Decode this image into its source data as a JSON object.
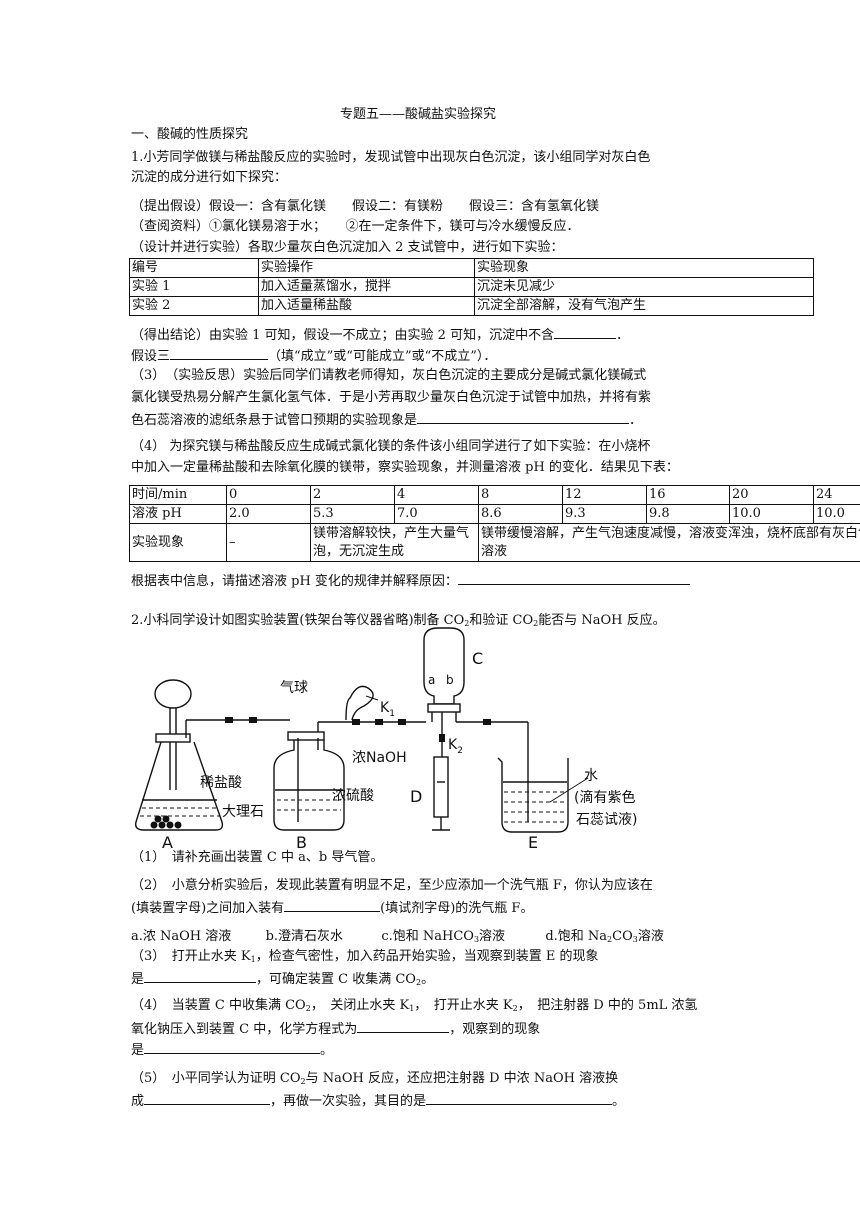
{
  "title": "专题五——酸碱盐实验探究",
  "section1": "一、酸碱的性质探究",
  "q1": {
    "intro_a": "1.小芳同学做镁与稀盐酸反应的实验时，发现试管中出现灰白色沉淀，该小组同学对灰白色",
    "intro_b": "沉淀的成分进行如下探究：",
    "hypothesis": "（提出假设）假设一：含有氯化镁　　假设二：有镁粉　　假设三：含有氢氧化镁",
    "lookup": "（查阅资料）①氯化镁易溶于水；　　②在一定条件下，镁可与冷水缓慢反应．",
    "design": "（设计并进行实验）各取少量灰白色沉淀加入 2 支试管中，进行如下实验：",
    "table1": {
      "headers": [
        "编号",
        "实验操作",
        "实验现象"
      ],
      "rows": [
        [
          "实验 1",
          "加入适量蒸馏水，搅拌",
          "沉淀未见减少"
        ],
        [
          "实验 2",
          "加入适量稀盐酸",
          "沉淀全部溶解，没有气泡产生"
        ]
      ]
    },
    "conclusion_a": "（得出结论）由实验 1 可知，假设一不成立；由实验 2 可知，沉淀中不含",
    "conclusion_a_end": "．",
    "conclusion_b": "假设三",
    "conclusion_b_end": "（填“成立”或“可能成立”或“不成立”）．",
    "reflect_a": "（3）　（实验反思）实验后同学们请教老师得知，灰白色沉淀的主要成分是碱式氯化镁碱式",
    "reflect_b": "氯化镁受热易分解产生氯化氢气体．于是小芳再取少量灰白色沉淀于试管中加热，并将有紫",
    "reflect_c": "色石蕊溶液的滤纸条悬于试管口预期的实验现象是",
    "reflect_c_end": "．",
    "p4_a": "（4）  为探究镁与稀盐酸反应生成碱式氯化镁的条件该小组同学进行了如下实验：在小烧杯",
    "p4_b": "中加入一定量稀盐酸和去除氧化膜的镁带，察实验现象，并测量溶液 pH 的变化．结果见下表：",
    "table2": {
      "time_label": "时间/min",
      "times": [
        "0",
        "2",
        "4",
        "8",
        "12",
        "16",
        "20",
        "24"
      ],
      "ph_label": "溶液 pH",
      "ph": [
        "2.0",
        "5.3",
        "7.0",
        "8.6",
        "9.3",
        "9.8",
        "10.0",
        "10.0"
      ],
      "obs_label": "实验现象",
      "obs_0": "–",
      "obs_1": "镁带溶解较快，产生大量气泡，无沉淀生成",
      "obs_2": "镁带缓慢溶解，产生气泡速度减慢，溶液变浑浊，烧杯底部有灰白色溶液"
    },
    "pattern": "根据表中信息，请描述溶液 pH 变化的规律并解释原因："
  },
  "q2": {
    "intro_pre": "2.小科同学设计如图实验装置(铁架台等仪器省略)制备 CO",
    "intro_mid": "和验证 CO",
    "intro_post": "能否与 NaOH 反应。",
    "sub2": "2",
    "figure": {
      "A": "A",
      "B": "B",
      "C": "C",
      "D": "D",
      "E": "E",
      "balloon": "气球",
      "K1": "K",
      "K2": "K",
      "k1_sub": "1",
      "k2_sub": "2",
      "a": "a",
      "b": "b",
      "hcl": "稀盐酸",
      "marble": "大理石",
      "h2so4": "浓硫酸",
      "naoh": "浓NaOH",
      "water_1": "水",
      "water_2": "(滴有紫色",
      "water_3": "石蕊试液)"
    },
    "s1": "（1）　请补充画出装置 C 中 a、b 导气管。",
    "s2_a": "（2）　小意分析实验后，发现此装置有明显不足，至少应添加一个洗气瓶 F，你认为应该在",
    "s2_b": "(填装置字母)之间加入装有",
    "s2_b_end": "(填试剂字母)的洗气瓶 F。",
    "opts": {
      "a": "a.浓 NaOH 溶液",
      "b": "b.澄清石灰水",
      "c_pre": "c.饱和 NaHCO",
      "c_post": "溶液",
      "d_pre": "d.饱和 Na",
      "d_mid": "CO",
      "d_post": "溶液",
      "sub3": "3"
    },
    "s3_a": "（3）　打开止水夹 K",
    "s3_a_post": "，检查气密性，加入药品开始实验，当观察到装置 E 的现象",
    "s3_b_pre": "是",
    "s3_b_post": "，可确定装置 C 收集满 CO",
    "s3_b_end": "。",
    "s4_a1": "（4）　当装置 C 中收集满 CO",
    "s4_a2": "，　关闭止水夹 K",
    "s4_a3": "，　打开止水夹 K",
    "s4_a4": "，　把注射器 D 中的 5mL 浓氢",
    "s4_b": "氧化钠压入到装置 C 中，化学方程式为",
    "s4_b_end": "，观察到的现象",
    "s4_c_pre": "是",
    "s4_c_end": "。",
    "s5_a1": "（5）　小平同学认为证明 CO",
    "s5_a2": "与 NaOH 反应，还应把注射器 D 中浓 NaOH 溶液换",
    "s5_b_pre": "成",
    "s5_b_mid": "，再做一次实验，其目的是",
    "s5_b_end": "。",
    "sub1": "1"
  }
}
